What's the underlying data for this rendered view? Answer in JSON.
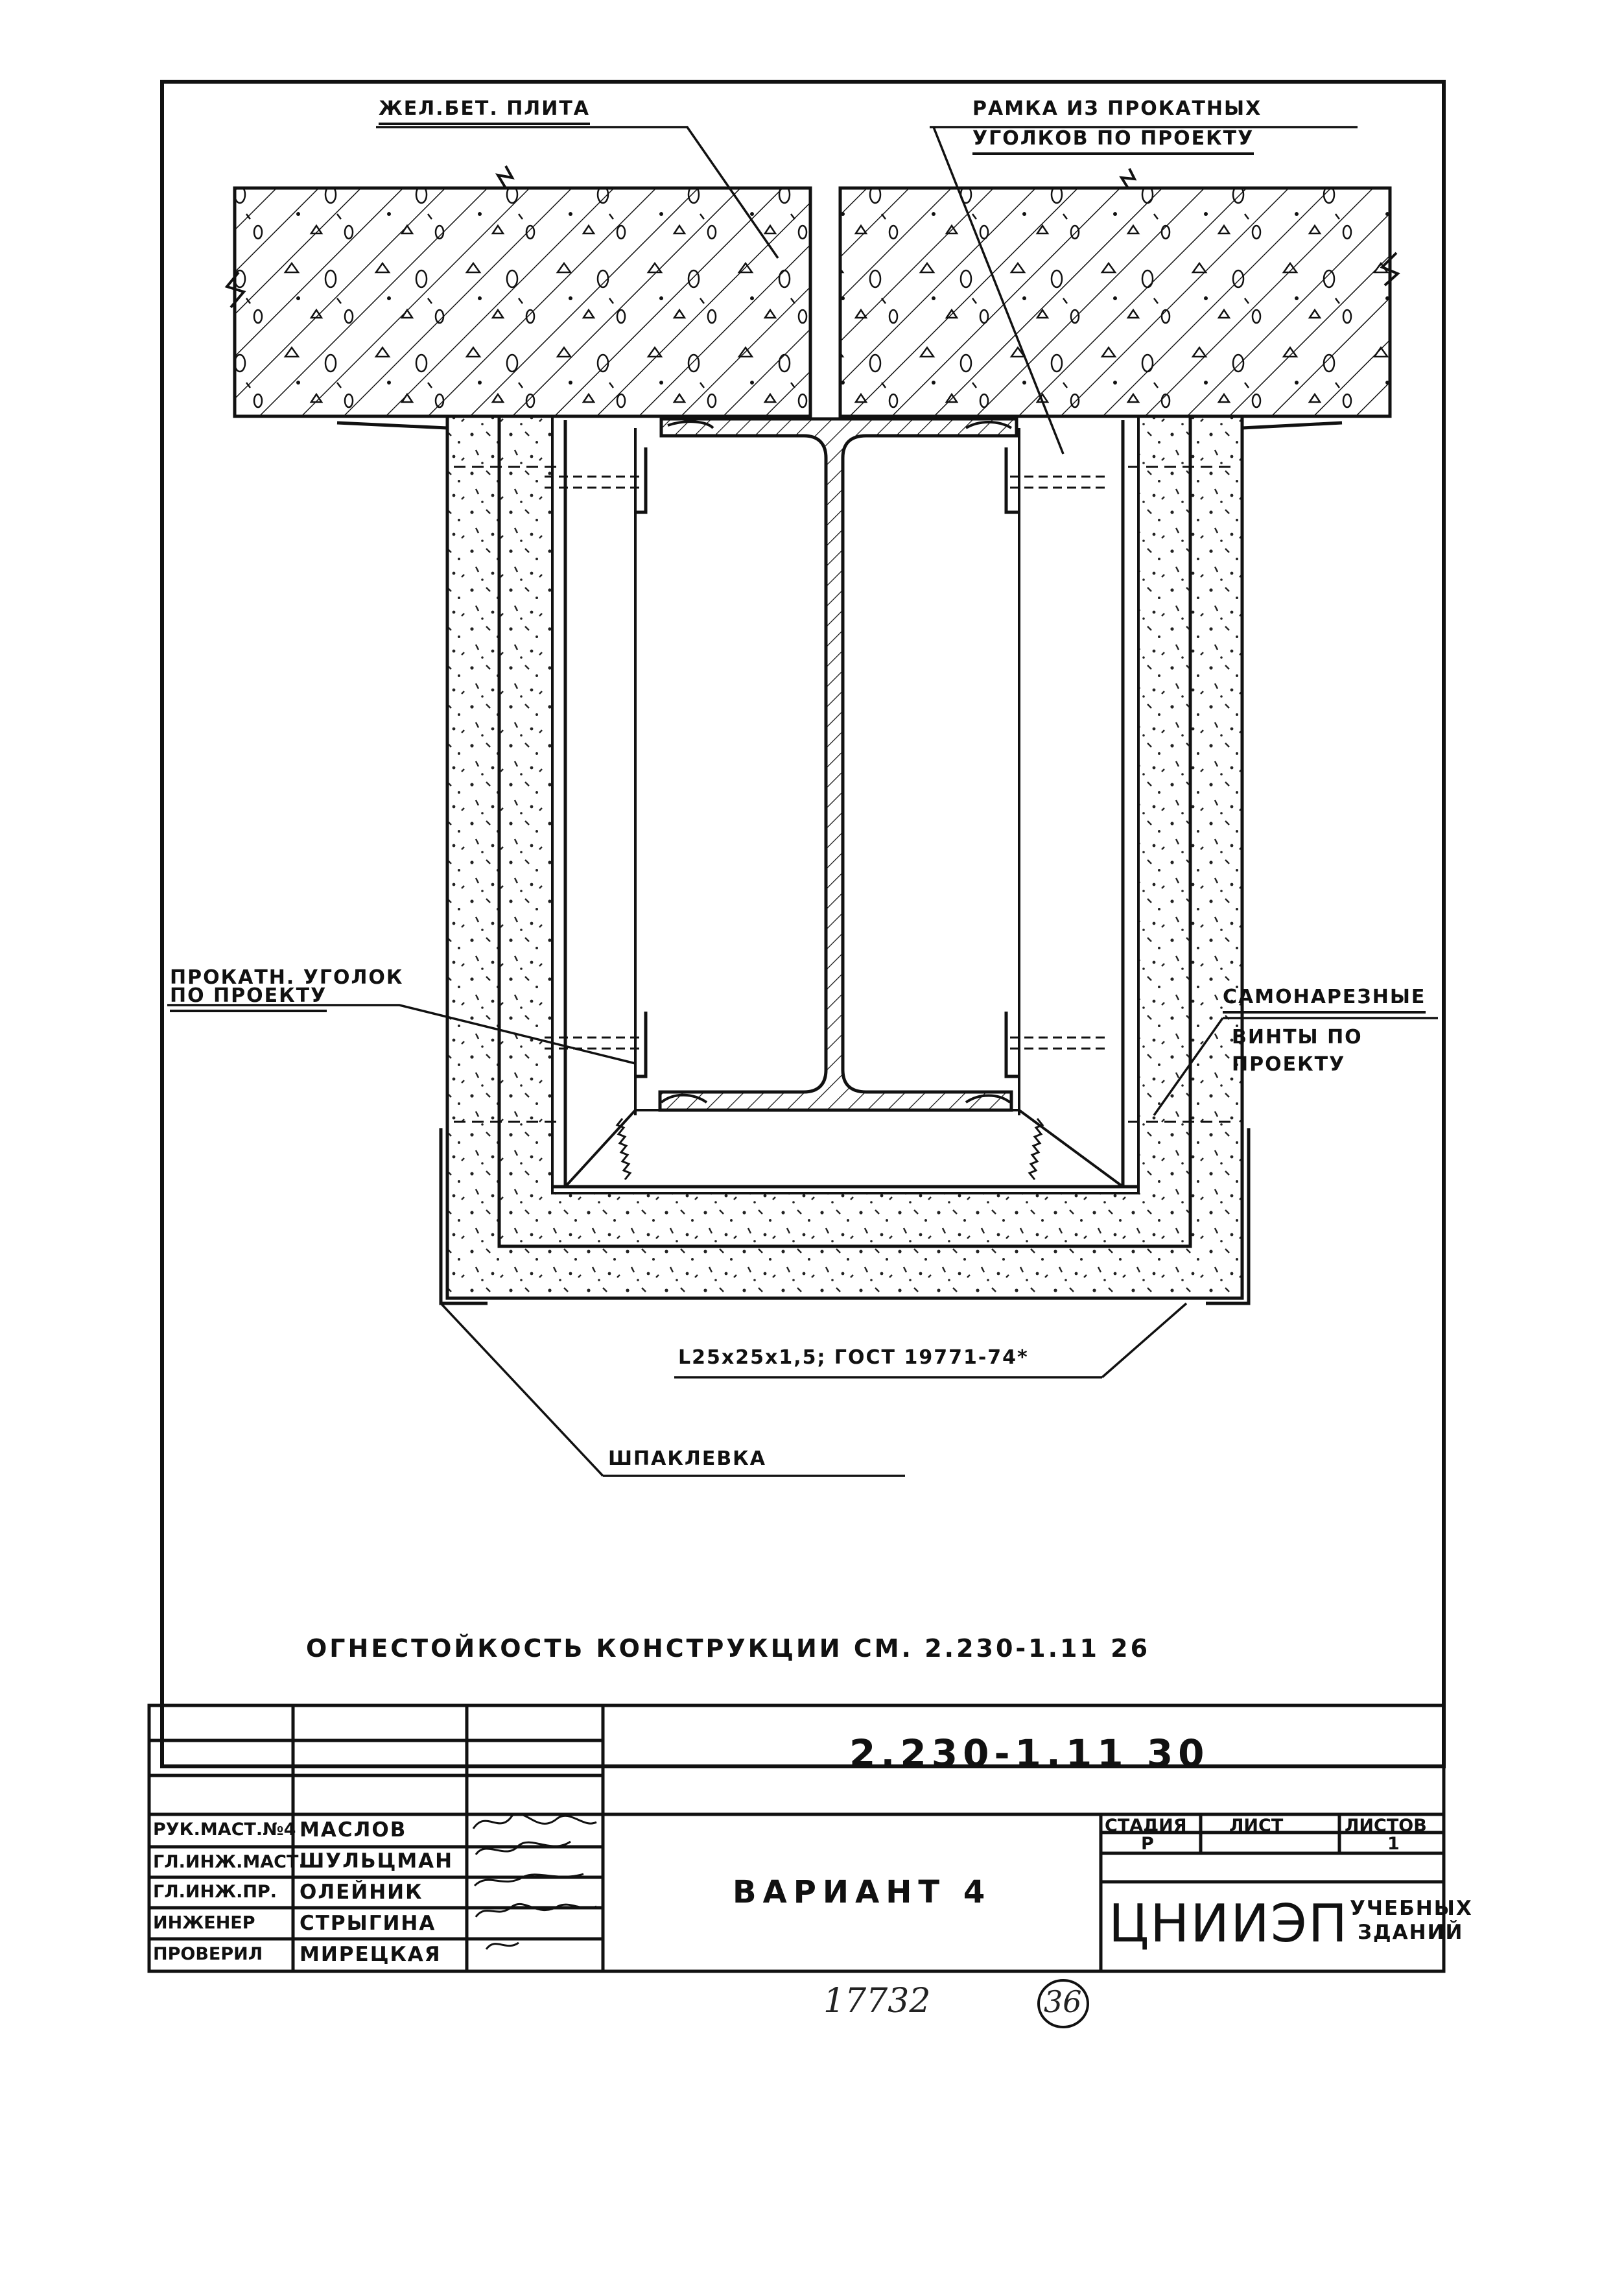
{
  "labels": {
    "slab": "ЖЕЛ.БЕТ. ПЛИТА",
    "frame_line1": "РАМКА ИЗ ПРОКАТНЫХ",
    "frame_line2": "УГОЛКОВ ПО ПРОЕКТУ",
    "angle_line1": "ПРОКАТН. УГОЛОК",
    "angle_line2": "ПО ПРОЕКТУ",
    "screws_line1": "САМОНАРЕЗНЫЕ",
    "screws_line2": "ВИНТЫ ПО",
    "screws_line3": "ПРОЕКТУ",
    "angle_spec": "L25х25х1,5; ГОСТ 19771-74*",
    "putty": "ШПАКЛЕВКА"
  },
  "note": "ОГНЕСТОЙКОСТЬ КОНСТРУКЦИИ СМ. 2.230-1.11 26",
  "title_block": {
    "designation": "2.230-1.11 30",
    "title": "ВАРИАНТ 4",
    "columns": {
      "stage": "СТАДИЯ",
      "sheet": "ЛИСТ",
      "sheets": "ЛИСТОВ"
    },
    "stage_value": "Р",
    "sheets_value": "1",
    "org_abbr": "ЦНИИЭП",
    "org_line1": "УЧЕБНЫХ",
    "org_line2": "ЗДАНИЙ",
    "staff": [
      {
        "role": "РУК.МАСТ.№4",
        "name": "МАСЛОВ"
      },
      {
        "role": "ГЛ.ИНЖ.МАСТ.",
        "name": "ШУЛЬЦМАН"
      },
      {
        "role": "ГЛ.ИНЖ.ПР.",
        "name": "ОЛЕЙНИК"
      },
      {
        "role": "ИНЖЕНЕР",
        "name": "СТРЫГИНА"
      },
      {
        "role": "ПРОВЕРИЛ",
        "name": "МИРЕЦКАЯ"
      }
    ]
  },
  "footer": {
    "number": "17732",
    "page": "36"
  }
}
